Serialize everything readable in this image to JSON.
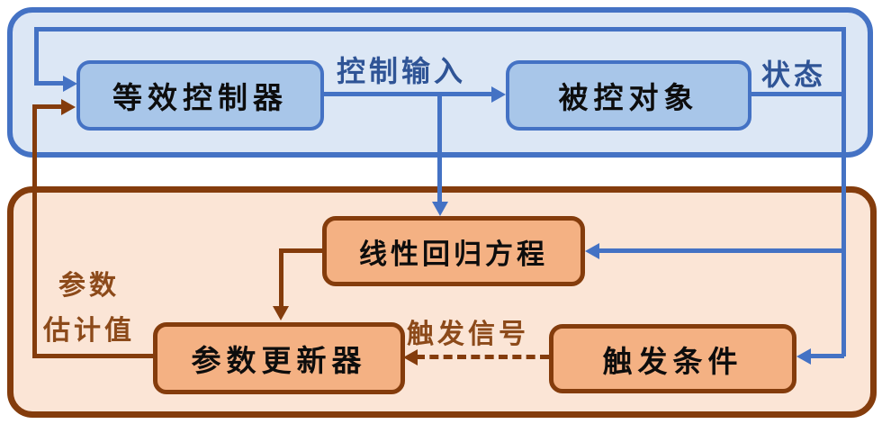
{
  "diagram": {
    "title": "event-triggered adaptive control block diagram",
    "colors": {
      "blue_accent": "#4472C4",
      "blue_panel_fill": "#DCE7F5",
      "blue_node_fill": "#A8C6E9",
      "blue_label_text": "#2F5496",
      "brown_accent": "#843C0C",
      "orange_panel_fill": "#FBE5D6",
      "orange_node_fill": "#F4B183",
      "brown_label_text": "#8C4A1A",
      "node_text": "#0D0D0D"
    },
    "top_panel": {
      "nodes": [
        {
          "id": "controller",
          "label": "等效控制器"
        },
        {
          "id": "plant",
          "label": "被控对象"
        }
      ],
      "labels": {
        "control_input": "控制输入",
        "state": "状态"
      }
    },
    "bottom_panel": {
      "nodes": [
        {
          "id": "regression",
          "label": "线性回归方程"
        },
        {
          "id": "updater",
          "label": "参数更新器"
        },
        {
          "id": "trigger",
          "label": "触发条件"
        }
      ],
      "labels": {
        "param_estimate_line1": "参数",
        "param_estimate_line2": "估计值",
        "trigger_signal": "触发信号"
      }
    }
  }
}
